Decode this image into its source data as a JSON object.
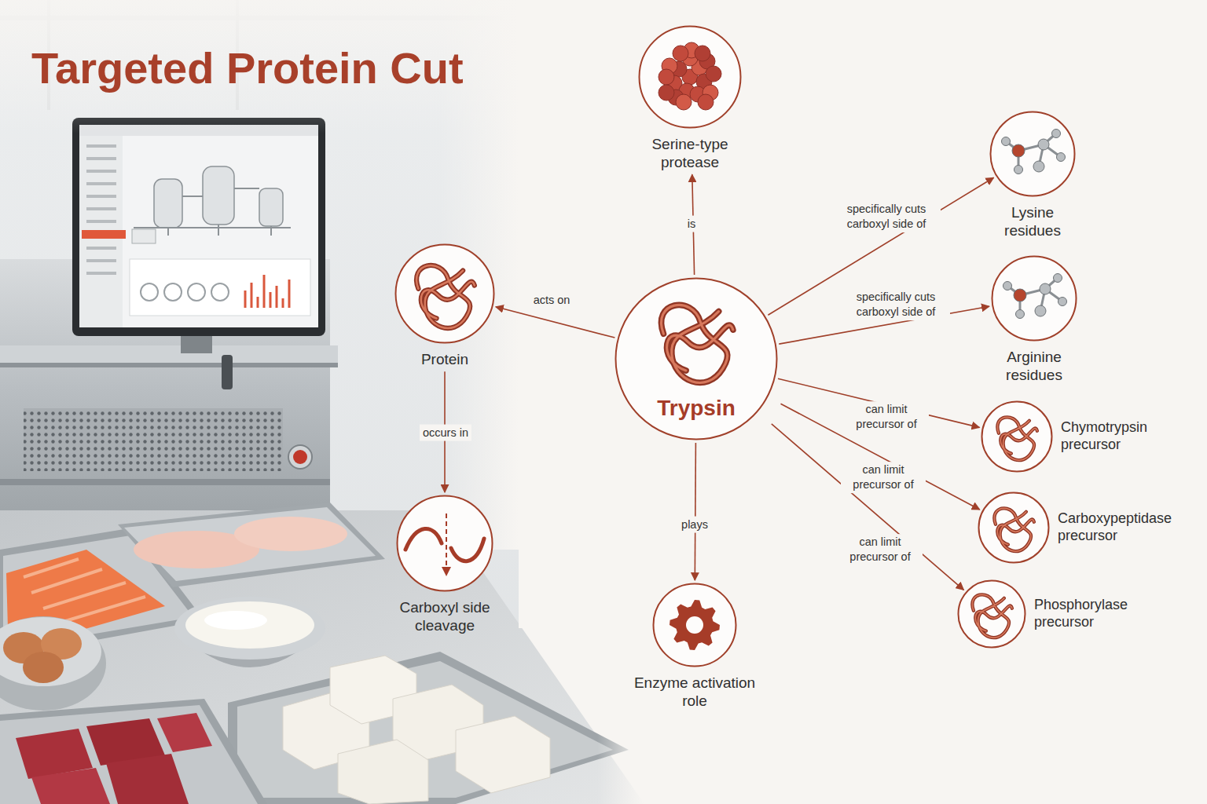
{
  "diagram": {
    "title": "Targeted Protein Cut",
    "nodes": [
      {
        "text": [
          "Serine-type protease"
        ]
      },
      {
        "text": [
          "Lysine residues"
        ]
      },
      {
        "text": [
          "Protein"
        ]
      },
      {
        "text": [
          "Trypsin"
        ]
      },
      {
        "text": [
          "Arginine residues"
        ]
      },
      {
        "text": [
          "Chymotrypsin precursor"
        ]
      },
      {
        "text": [
          "Carboxypeptidase precursor"
        ]
      },
      {
        "text": [
          "Phosphorylase precursor"
        ]
      },
      {
        "text": [
          "Carboxyl side cleavage"
        ]
      },
      {
        "text": [
          "Enzyme activation role"
        ]
      }
    ],
    "edges": [
      {
        "from": 3,
        "to": 0,
        "label": "is",
        "arrow": "to"
      },
      {
        "from": 3,
        "to": 2,
        "label": "acts on",
        "arrow": "to"
      },
      {
        "from": 3,
        "to": 1,
        "label": "specifically cuts carboxyl side of",
        "arrow": "to"
      },
      {
        "from": 3,
        "to": 4,
        "label": "specifically cuts carboxyl side of",
        "arrow": "to"
      },
      {
        "from": 3,
        "to": 5,
        "label": "can limit precursor of",
        "arrow": "to"
      },
      {
        "from": 3,
        "to": 6,
        "label": "can limit precursor of",
        "arrow": "to"
      },
      {
        "from": 3,
        "to": 7,
        "label": "can limit precursor of",
        "arrow": "to"
      },
      {
        "from": 3,
        "to": 9,
        "label": "plays",
        "arrow": "to"
      },
      {
        "from": 2,
        "to": 8,
        "label": "occurs in",
        "arrow": "to"
      }
    ]
  }
}
